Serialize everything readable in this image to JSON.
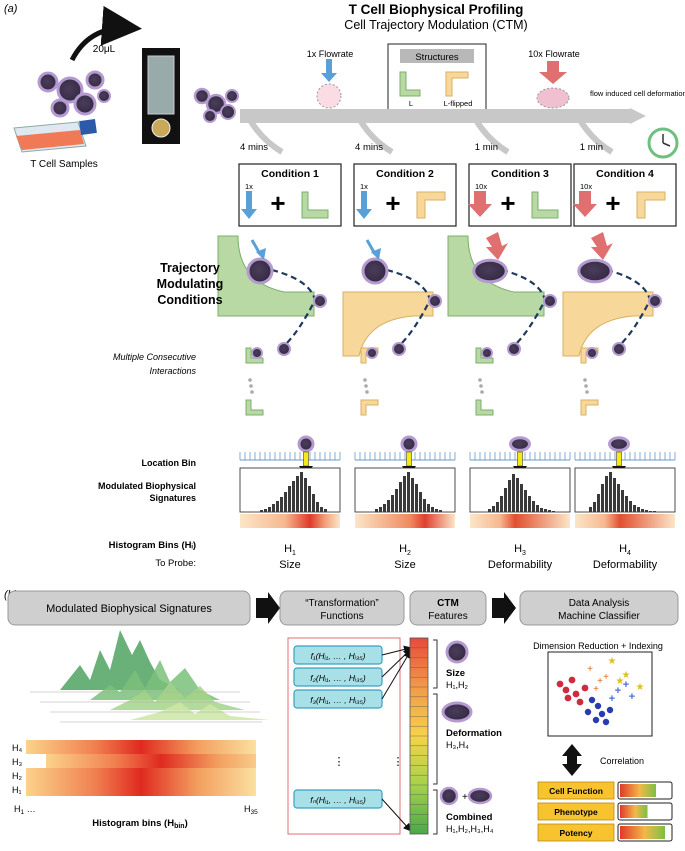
{
  "panel_a": {
    "label": "(a)",
    "title": "T Cell Biophysical Profiling",
    "subtitle": "Cell Trajectory Modulation (CTM)",
    "sample_volume": "20μL",
    "sample_label": "T Cell Samples",
    "flow_1x": "1x Flowrate",
    "flow_10x": "10x Flowrate",
    "structures_title": "Structures",
    "structure_l": "L",
    "structure_lflipped": "L-flipped",
    "deformation_note": "flow induced cell deformation",
    "conditions": [
      {
        "name": "Condition 1",
        "time": "4 mins",
        "flow": "1x",
        "color": "#5aa0d8",
        "shape": "L",
        "bin": "H1",
        "probe": "Size"
      },
      {
        "name": "Condition 2",
        "time": "4 mins",
        "flow": "1x",
        "color": "#5aa0d8",
        "shape": "L-flipped",
        "bin": "H2",
        "probe": "Size"
      },
      {
        "name": "Condition 3",
        "time": "1 min",
        "flow": "10x",
        "color": "#e07070",
        "shape": "L",
        "bin": "H3",
        "probe": "Deformability"
      },
      {
        "name": "Condition 4",
        "time": "1 min",
        "flow": "10x",
        "color": "#e07070",
        "shape": "L-flipped",
        "bin": "H4",
        "probe": "Deformability"
      }
    ],
    "row_labels": {
      "trajectory": "Trajectory Modulating Conditions",
      "multiple": "Multiple Consecutive Interactions",
      "location_bin": "Location Bin",
      "signatures": "Modulated Biophysical Signatures",
      "histogram_bins": "Histogram Bins (Hᵢ)",
      "to_probe": "To Probe:"
    }
  },
  "panel_b": {
    "label": "(b)",
    "headers": {
      "signatures": "Modulated Biophysical Signatures",
      "transformation": "“Transformation” Functions",
      "ctm_features": "CTM Features",
      "analysis": "Data Analysis Machine Classifier"
    },
    "heatmap_rows": [
      "H₄",
      "H₃",
      "H₂",
      "H₁"
    ],
    "x_axis": "Histogram bins (H",
    "x_axis_sub": "bin",
    "x_left": "H",
    "x_left_sub": "1",
    "x_right": "H",
    "x_right_sub": "35",
    "functions": [
      "f₁(Hᵢ₁, … , Hᵢ₃₅)",
      "f₂(Hᵢ₁, … , Hᵢ₃₅)",
      "f₃(Hᵢ₁, … , Hᵢ₃₅)",
      "fₙ(Hᵢ₁, … , Hᵢ₃₅)"
    ],
    "features": [
      {
        "name": "Size",
        "bins": "H₁,H₂"
      },
      {
        "name": "Deformation",
        "bins": "H₃,H₄"
      },
      {
        "name": "Combined",
        "bins": "H₁,H₂,H₃,H₄"
      }
    ],
    "dim_reduction": "Dimension Reduction + Indexing",
    "correlation": "Correlation",
    "outputs": [
      "Cell Function",
      "Phenotype",
      "Potency"
    ]
  }
}
